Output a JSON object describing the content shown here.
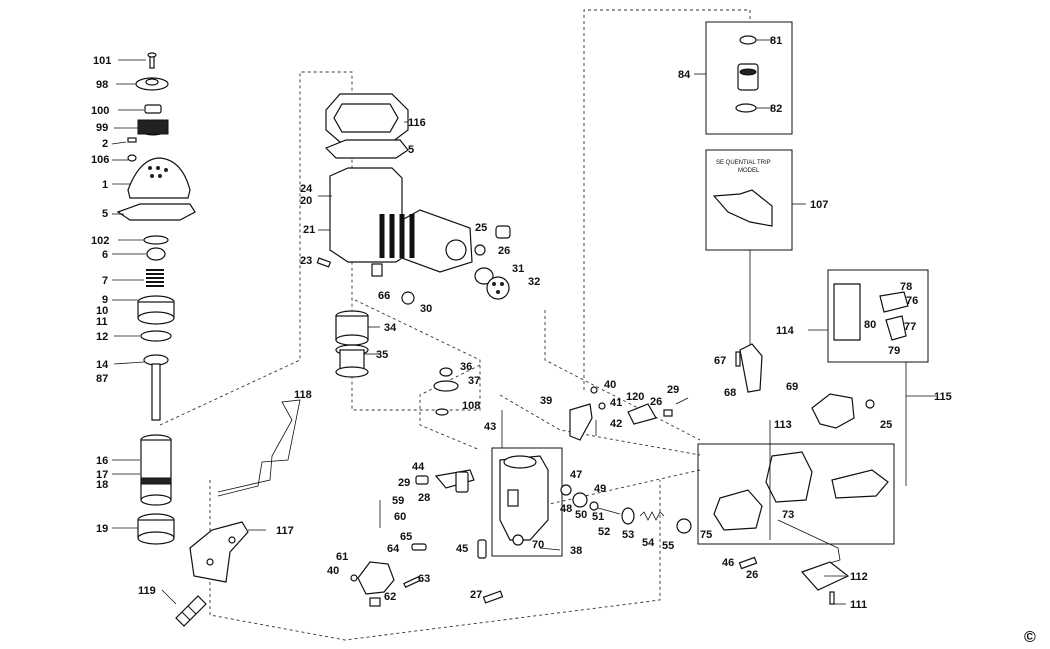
{
  "labels": {
    "p101": "101",
    "p98": "98",
    "p100": "100",
    "p99": "99",
    "p2": "2",
    "p106": "106",
    "p1": "1",
    "p5a": "5",
    "p102": "102",
    "p6": "6",
    "p7": "7",
    "p9": "9",
    "p10": "10",
    "p11": "11",
    "p12": "12",
    "p14": "14",
    "p87": "87",
    "p16": "16",
    "p17": "17",
    "p18": "18",
    "p19": "19",
    "p119": "119",
    "p116": "116",
    "p5b": "5",
    "p24": "24",
    "p20": "20",
    "p21": "21",
    "p23": "23",
    "p25a": "25",
    "p26a": "26",
    "p31": "31",
    "p32": "32",
    "p66": "66",
    "p30": "30",
    "p34": "34",
    "p35": "35",
    "p36": "36",
    "p37": "37",
    "p108": "108",
    "p43": "43",
    "p118": "118",
    "p117": "117",
    "p44": "44",
    "p29a": "29",
    "p28": "28",
    "p59": "59",
    "p60": "60",
    "p65": "65",
    "p64": "64",
    "p61": "61",
    "p40a": "40",
    "p63": "63",
    "p62": "62",
    "p45": "45",
    "p27": "27",
    "p70": "70",
    "p38": "38",
    "p47": "47",
    "p48": "48",
    "p50": "50",
    "p49": "49",
    "p51": "51",
    "p52": "52",
    "p53": "53",
    "p54": "54",
    "p55": "55",
    "p39": "39",
    "p40b": "40",
    "p41": "41",
    "p42": "42",
    "p120": "120",
    "p26b": "26",
    "p29b": "29",
    "p84": "84",
    "p81": "81",
    "p82": "82",
    "p107": "107",
    "p114": "114",
    "p78": "78",
    "p76": "76",
    "p80": "80",
    "p77": "77",
    "p79": "79",
    "p67": "67",
    "p68": "68",
    "p69": "69",
    "p115": "115",
    "p113": "113",
    "p25b": "25",
    "p73": "73",
    "p75": "75",
    "p46": "46",
    "p26c": "26",
    "p112": "112",
    "p111": "111"
  },
  "inset_107_caption": [
    "SE QUENTIAL TRIP",
    "MODEL"
  ],
  "copyright": "©"
}
